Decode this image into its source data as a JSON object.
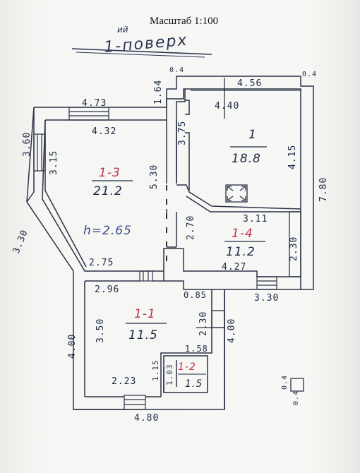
{
  "title": "Масштаб 1:100",
  "floor_label": "1-поверх",
  "floor_label_sup": "ий",
  "ceiling_height": "h=2.65",
  "rooms": [
    {
      "number": "1-3",
      "area": "21.2"
    },
    {
      "number": "1",
      "area": "18.8"
    },
    {
      "number": "1-4",
      "area": "11.2"
    },
    {
      "number": "1-1",
      "area": "11.5"
    },
    {
      "number": "1-2",
      "area": "1.5"
    }
  ],
  "dimensions": {
    "d_0_4_top": "0.4",
    "d_1_64": "1.64",
    "d_4_56": "4.56",
    "d_0_4_right": "0.4",
    "d_4_40": "4.40",
    "d_4_73": "4.73",
    "d_4_32": "4.32",
    "d_3_60": "3.60",
    "d_3_15_left": "3.15",
    "d_5_30": "5.30",
    "d_3_75": "3.75",
    "d_4_15": "4.15",
    "d_7_80": "7.80",
    "d_3_30_diag": "3.30",
    "d_3_11": "3.11",
    "d_2_70": "2.70",
    "d_2_30_right": "2.30",
    "d_2_75": "2.75",
    "d_4_27": "4.27",
    "d_3_30_bottom": "3.30",
    "d_2_96": "2.96",
    "d_0_85": "0.85",
    "d_3_50": "3.50",
    "d_2_30_mid": "2.30",
    "d_4_00_left": "4.00",
    "d_4_00_right": "4.00",
    "d_1_58": "1.58",
    "d_1_15": "1.15",
    "d_1_03": "1.03",
    "d_2_23": "2.23",
    "d_4_80": "4.80",
    "d_0_4_legend_a": "0.4",
    "d_0_4_legend_b": "0.4"
  },
  "colors": {
    "ink": "#1d2b45",
    "red_ink": "#c2344f",
    "blue_pencil": "#3d4f8a",
    "wall": "#2b3246"
  }
}
